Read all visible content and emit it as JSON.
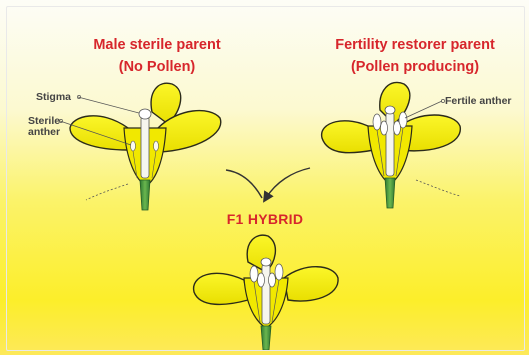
{
  "titles": {
    "male_line1": "Male sterile parent",
    "male_line2": "(No Pollen)",
    "restorer_line1": "Fertility restorer parent",
    "restorer_line2": "(Pollen producing)",
    "hybrid": "F1 HYBRID"
  },
  "labels": {
    "stigma": "Stigma",
    "sterile_anther": "Sterile anther",
    "fertile_anther": "Fertile anther"
  },
  "colors": {
    "title_red": "#d7262c",
    "petal_yellow": "#f5ee10",
    "petal_outline": "#2b2b1a",
    "stem_green": "#3b8a3a"
  }
}
